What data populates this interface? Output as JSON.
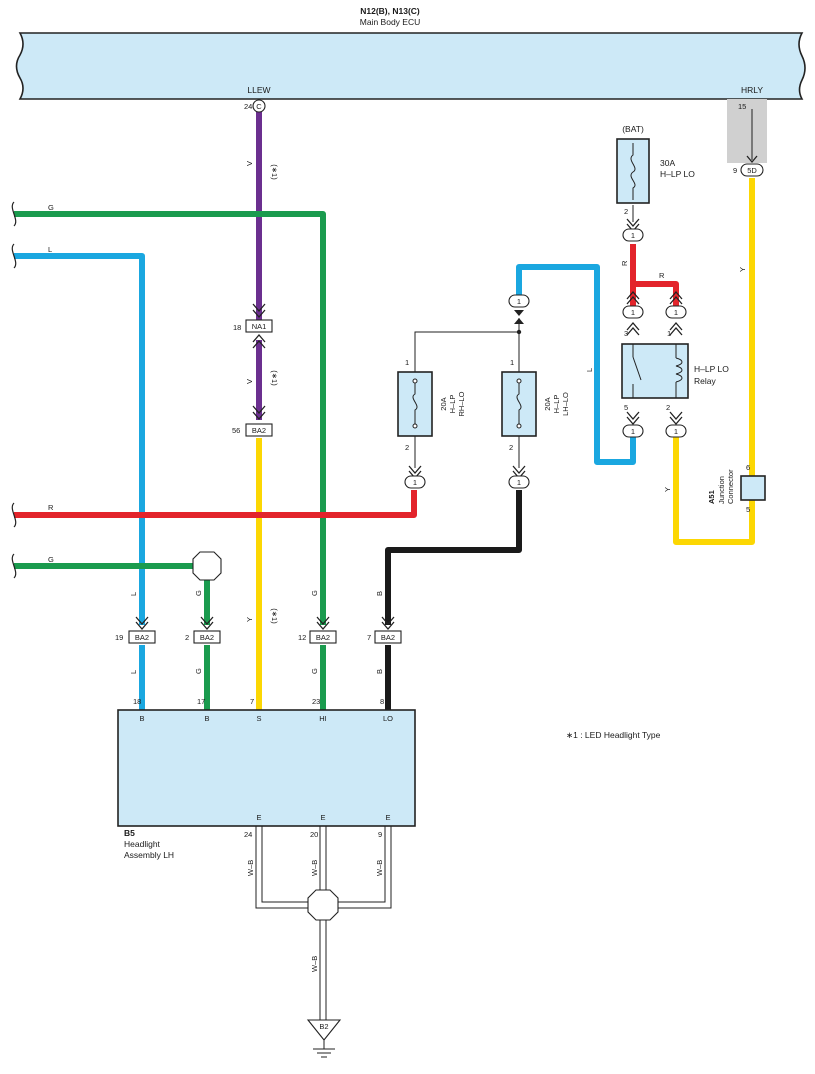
{
  "ecu": {
    "code": "N12(B), N13(C)",
    "name": "Main Body ECU",
    "terminal_llew": "LLEW",
    "terminal_hrly": "HRLY",
    "pin_llew": "24",
    "conn_llew": "C",
    "pin_hrly": "15",
    "pin_hrly_2": "9",
    "conn_hrly": "5D"
  },
  "wire_colors": {
    "V": "#6b2f8f",
    "G": "#1a9b4e",
    "L": "#1aa7e0",
    "R": "#e3242b",
    "Y": "#fcd703",
    "B": "#1a1a1a",
    "WB": "#ffffff"
  },
  "labels": {
    "bat": "(BAT)",
    "fuse_main_rating": "30A",
    "fuse_main_name": "H–LP LO",
    "fuse_main_pin": "2",
    "fuse_rh_rating": "20A",
    "fuse_rh_name1": "H–LP",
    "fuse_rh_name2": "RH–LO",
    "fuse_lh_rating": "20A",
    "fuse_lh_name1": "H–LP",
    "fuse_lh_name2": "LH–LO",
    "relay_name1": "H–LP LO",
    "relay_name2": "Relay",
    "jc_code": "A51",
    "jc_name1": "Junction",
    "jc_name2": "Connector",
    "note": "∗1 : LED Headlight Type",
    "star1": "(∗1)",
    "one": "1",
    "two": "2",
    "three": "3",
    "five": "5",
    "six": "6",
    "na1": "NA1",
    "ba2": "BA2",
    "na1_pin": "18",
    "ba2_pin56": "56",
    "ba2_pin19": "19",
    "ba2_pin2": "2",
    "ba2_pin12": "12",
    "ba2_pin7": "7"
  },
  "wires": {
    "v": "V",
    "g": "G",
    "l": "L",
    "r": "R",
    "y": "Y",
    "b": "B",
    "wb": "W–B"
  },
  "headlight": {
    "code": "B5",
    "name1": "Headlight",
    "name2": "Assembly LH",
    "pins_top": [
      "18",
      "17",
      "7",
      "23",
      "8"
    ],
    "terms_top": [
      "B",
      "B",
      "S",
      "HI",
      "LO"
    ],
    "pins_bottom": [
      "24",
      "20",
      "9"
    ],
    "terms_bottom": [
      "E",
      "E",
      "E"
    ]
  },
  "ground": {
    "code": "B2"
  }
}
